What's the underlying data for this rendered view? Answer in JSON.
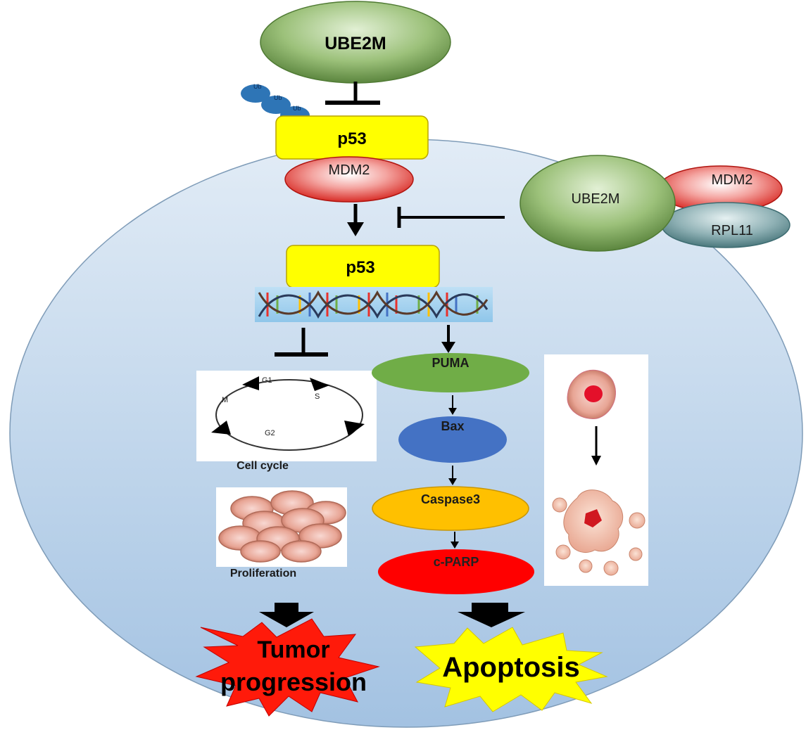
{
  "labels": {
    "ube2m_top": "UBE2M",
    "ub_1": "Ub",
    "ub_2": "Ub",
    "ub_3": "Ub",
    "p53_top": "p53",
    "mdm2_left": "MDM2",
    "ube2m_complex": "UBE2M",
    "mdm2_complex": "MDM2",
    "rpl11_complex": "RPL11",
    "p53_mid": "p53",
    "puma": "PUMA",
    "bax": "Bax",
    "caspase3": "Caspase3",
    "cparp": "c-PARP",
    "cell_cycle_caption": "Cell cycle",
    "phase_g1": "G1",
    "phase_s": "S",
    "phase_m": "M",
    "phase_g2": "G2",
    "proliferation_caption": "Proliferation",
    "tumor_line1": "Tumor",
    "tumor_line2": "progression",
    "apoptosis": "Apoptosis"
  },
  "colors": {
    "cell_fill_top": "#d3e2f0",
    "cell_fill_bottom": "#a7c6e4",
    "cell_stroke": "#7f9cb8",
    "p53_fill": "#ffff00",
    "p53_stroke": "#b8a400",
    "ube2m_fill": "#7fa65a",
    "mdm2_fill": "#e8322c",
    "rpl11_fill": "#4d7f86",
    "ub_fill": "#2e75b6",
    "puma_fill": "#70ad47",
    "bax_fill": "#4472c4",
    "caspase_fill": "#ffc000",
    "cparp_fill": "#ff0000",
    "tumor_burst": "#ff1a0a",
    "apoptosis_burst": "#ffff00",
    "arrow": "#000000"
  }
}
